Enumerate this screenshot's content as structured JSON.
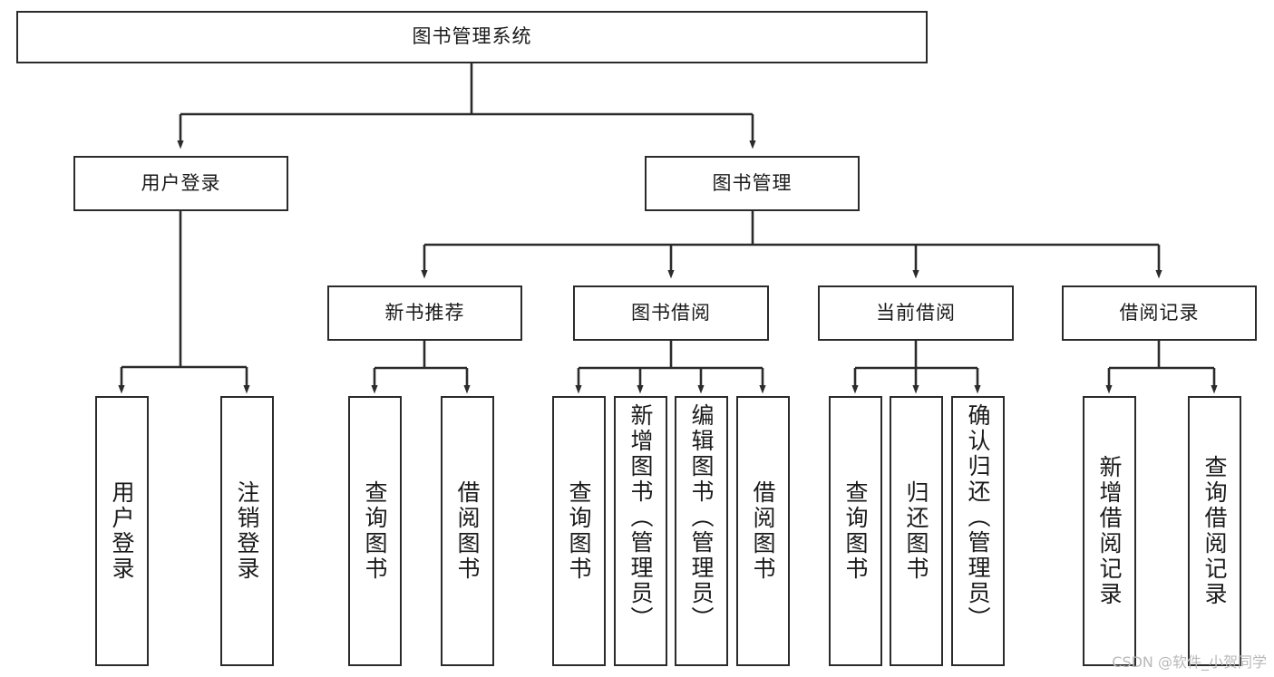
{
  "diagram": {
    "type": "tree",
    "title": "图书管理系统",
    "orientation": "top-down",
    "colors": {
      "box_border": "#2b2b2b",
      "box_fill": "#ffffff",
      "edge": "#2b2b2b",
      "text": "#1a1a1a",
      "watermark": "#b9b9b9",
      "background": "#ffffff"
    },
    "root": {
      "label": "图书管理系统"
    },
    "level1": [
      {
        "label": "用户登录"
      },
      {
        "label": "图书管理"
      }
    ],
    "level2": [
      {
        "label": "新书推荐"
      },
      {
        "label": "图书借阅"
      },
      {
        "label": "当前借阅"
      },
      {
        "label": "借阅记录"
      }
    ],
    "leaves": {
      "user_login": [
        {
          "label": "用户登录"
        },
        {
          "label": "注销登录"
        }
      ],
      "new_book_recommend": [
        {
          "label": "查询图书"
        },
        {
          "label": "借阅图书"
        }
      ],
      "book_borrow": [
        {
          "label": "查询图书"
        },
        {
          "label": "新增图书（管理员）"
        },
        {
          "label": "编辑图书（管理员）"
        },
        {
          "label": "借阅图书"
        }
      ],
      "current_borrow": [
        {
          "label": "查询图书"
        },
        {
          "label": "归还图书"
        },
        {
          "label": "确认归还（管理员）"
        }
      ],
      "borrow_record": [
        {
          "label": "新增借阅记录"
        },
        {
          "label": "查询借阅记录"
        }
      ]
    }
  },
  "watermark": {
    "text": "CSDN @软件_小贺同学"
  }
}
